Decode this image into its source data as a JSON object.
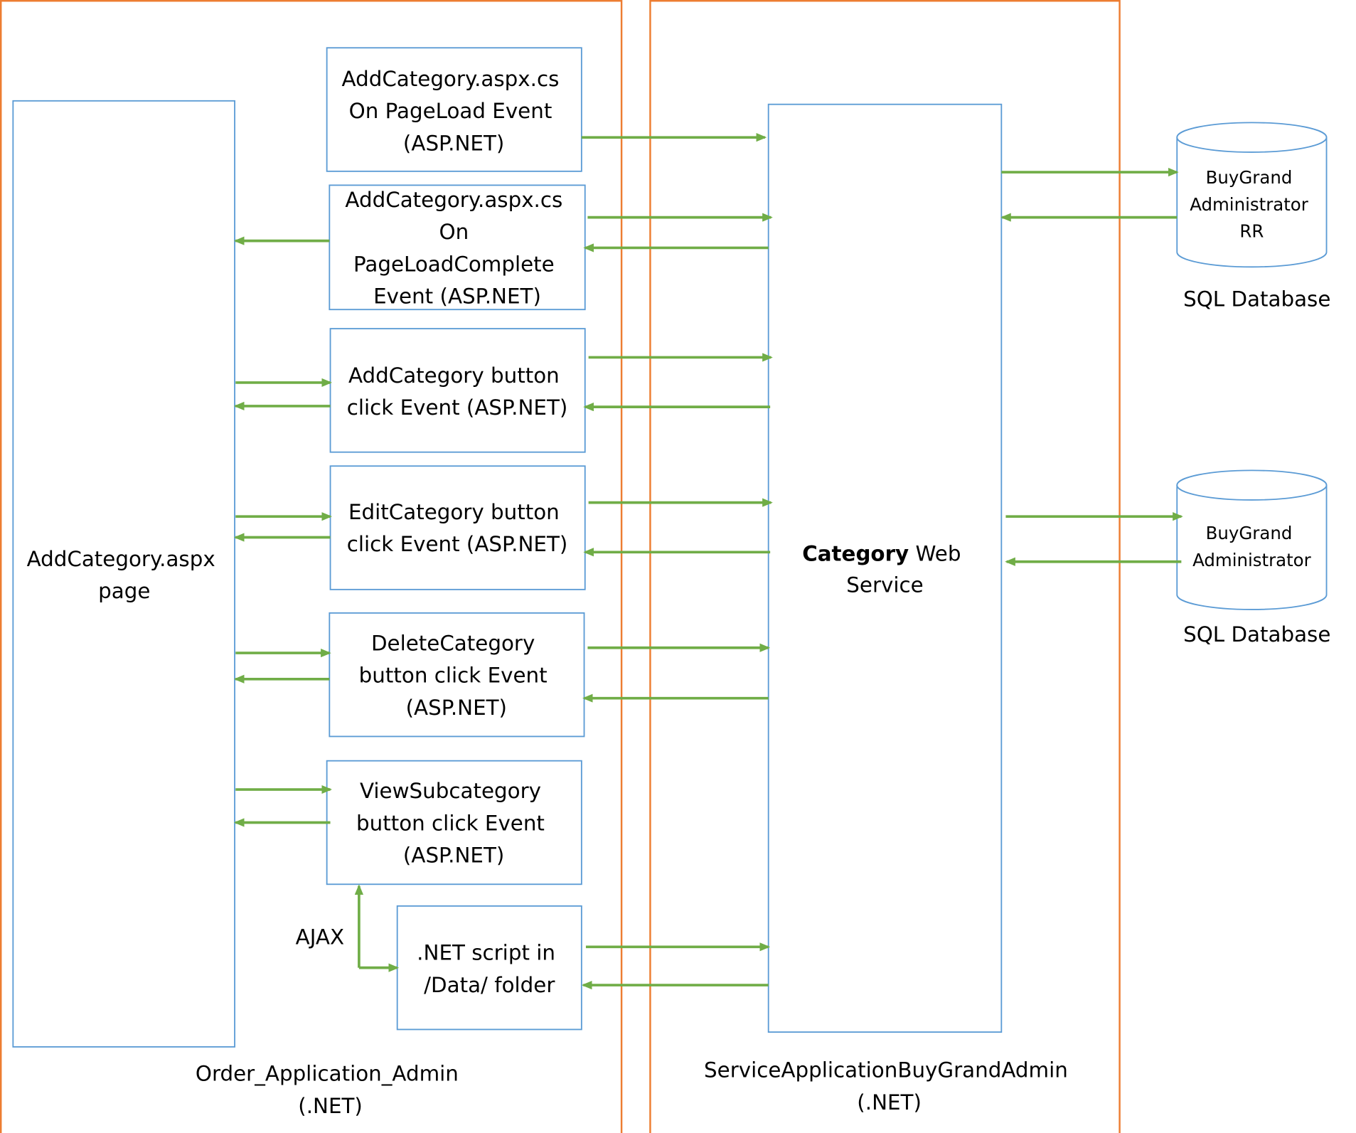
{
  "containers": {
    "admin_app": {
      "line1": "Order_Application_Admin",
      "line2": "(.NET)"
    },
    "service_app": {
      "line1": "ServiceApplicationBuyGrandAdmin",
      "line2": "(.NET)"
    }
  },
  "page_box": {
    "line1": "AddCategory.aspx",
    "line2": "page"
  },
  "event_boxes": {
    "page_load": {
      "line1": "AddCategory.aspx.cs",
      "line2": "On PageLoad Event",
      "line3": "(ASP.NET)"
    },
    "page_load_complete": {
      "line1": "AddCategory.aspx.cs",
      "line2": "On",
      "line3": "PageLoadComplete",
      "line4": "Event (ASP.NET)"
    },
    "add_click": {
      "line1": "AddCategory button",
      "line2": "click Event (ASP.NET)"
    },
    "edit_click": {
      "line1": "EditCategory button",
      "line2": "click Event (ASP.NET)"
    },
    "delete_click": {
      "line1": "DeleteCategory",
      "line2": "button click Event",
      "line3": "(ASP.NET)"
    },
    "view_sub_click": {
      "line1": "ViewSubcategory",
      "line2": "button click Event",
      "line3": "(ASP.NET)"
    },
    "net_script": {
      "line1": ".NET script in",
      "line2": "/Data/ folder"
    }
  },
  "ajax_label": "AJAX",
  "web_service": {
    "bold": "Category",
    "rest": " Web",
    "line2": "Service"
  },
  "databases": {
    "rr": {
      "line1": "BuyGrand",
      "line2": "Administrator",
      "line3": "RR",
      "caption": "SQL Database"
    },
    "main": {
      "line1": "BuyGrand",
      "line2": "Administrator",
      "caption": "SQL Database"
    }
  },
  "colors": {
    "container_border": "#ED7D31",
    "box_border": "#5B9BD5",
    "arrow": "#70AD47"
  }
}
